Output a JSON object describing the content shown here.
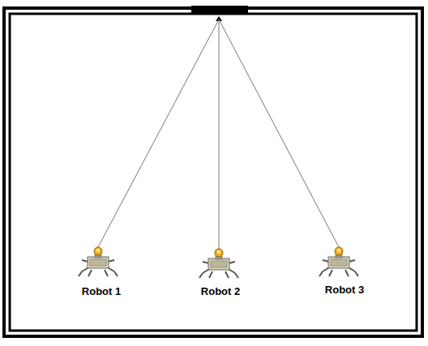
{
  "diagram": {
    "labels": [
      "Robot 1",
      "Robot 2",
      "Robot 3"
    ]
  }
}
